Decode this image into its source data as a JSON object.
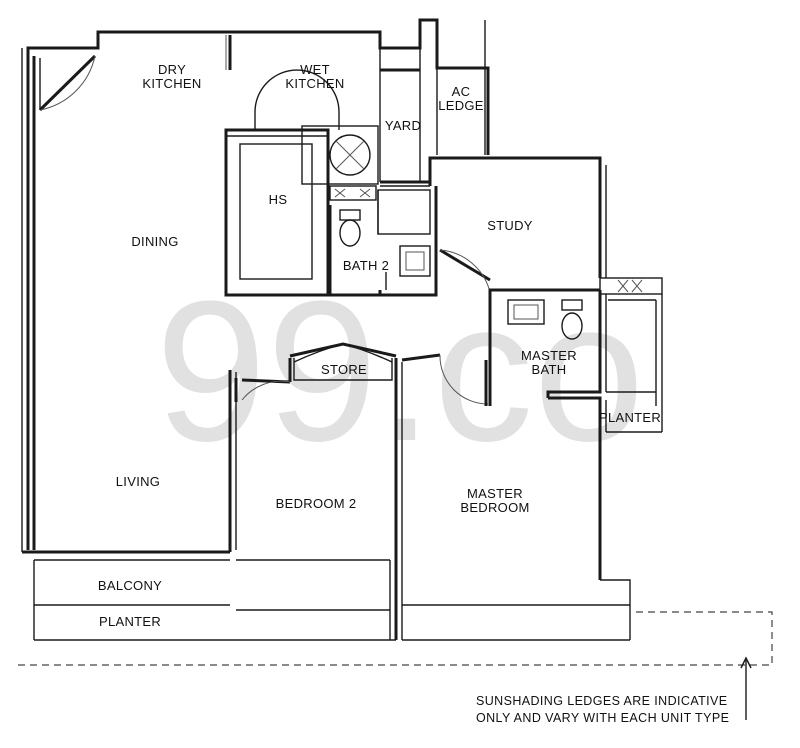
{
  "rooms": {
    "dry_kitchen": [
      "DRY",
      "KITCHEN"
    ],
    "wet_kitchen": [
      "WET",
      "KITCHEN"
    ],
    "ac_ledge": [
      "AC",
      "LEDGE"
    ],
    "yard": "YARD",
    "hs": "HS",
    "study": "STUDY",
    "dining": "DINING",
    "bath_2": "BATH 2",
    "master_bath": [
      "MASTER",
      "BATH"
    ],
    "store": "STORE",
    "planter_right": "PLANTER",
    "living": "LIVING",
    "bedroom_2": "BEDROOM 2",
    "master_bedroom": [
      "MASTER",
      "BEDROOM"
    ],
    "balcony": "BALCONY",
    "planter_bottom": "PLANTER"
  },
  "note": [
    "SUNSHADING LEDGES ARE INDICATIVE",
    "ONLY AND VARY WITH EACH UNIT TYPE"
  ],
  "watermark": "99.co"
}
